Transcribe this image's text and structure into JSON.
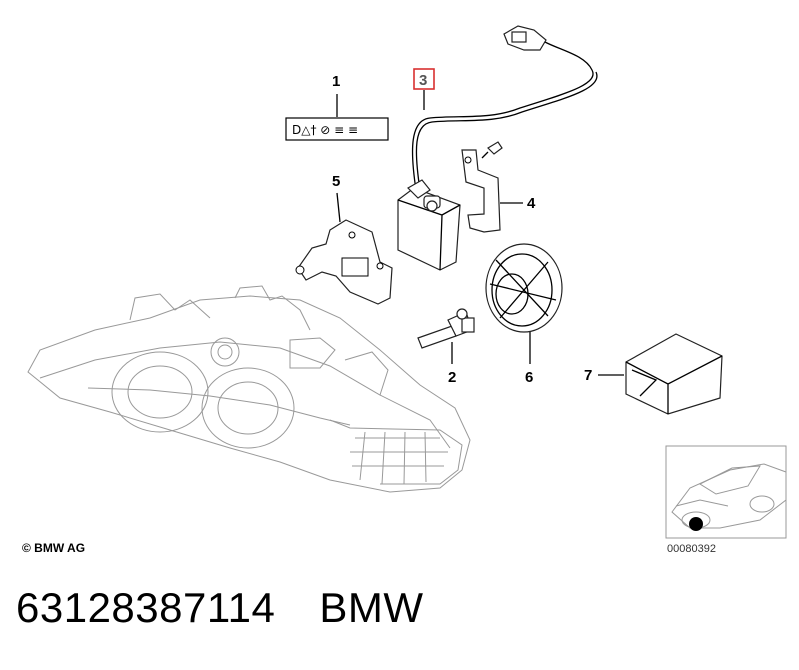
{
  "callouts": {
    "c1": "1",
    "c2": "2",
    "c3": "3",
    "c4": "4",
    "c5": "5",
    "c6": "6",
    "c7": "7"
  },
  "label_symbols": "D△† ⊘ ≡ ≡",
  "copyright": "© BMW AG",
  "thumbnail_ref": "00080392",
  "footer": {
    "part_number": "63128387114",
    "brand": "BMW"
  },
  "colors": {
    "highlight": "#d93030",
    "line": "#000000",
    "ghost": "#999999"
  }
}
